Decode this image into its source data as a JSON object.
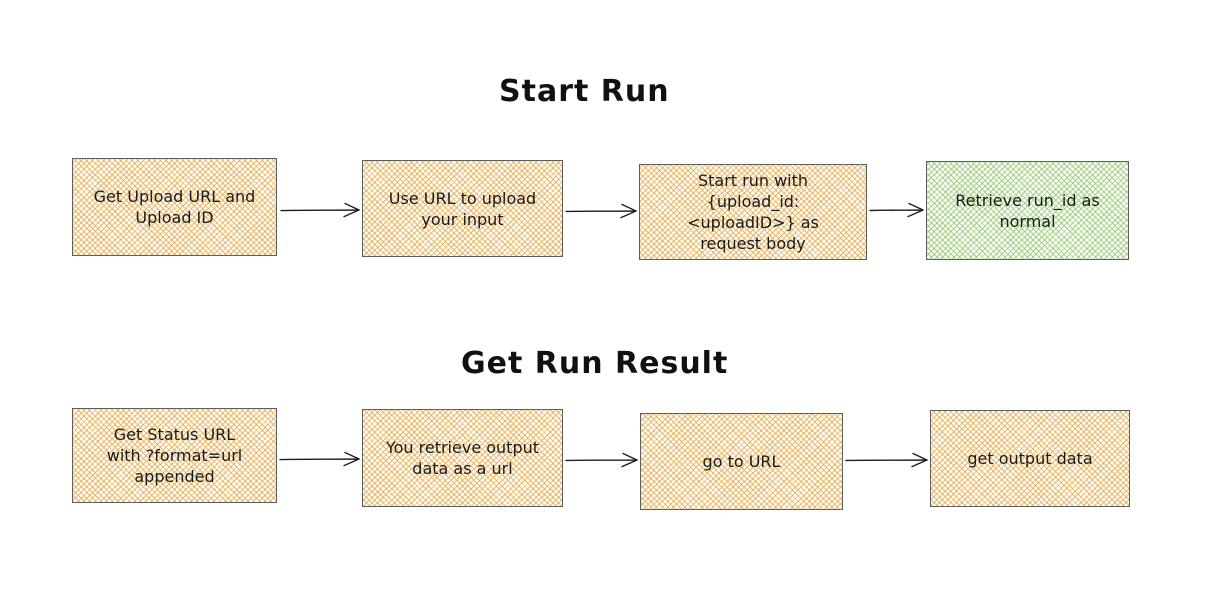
{
  "diagram": {
    "type": "flowchart",
    "sections": [
      {
        "title": "Start Run",
        "nodes": [
          {
            "label": "Get Upload URL and\nUpload ID",
            "fill": "orange"
          },
          {
            "label": "Use URL to upload\nyour input",
            "fill": "orange"
          },
          {
            "label": "Start run with\n{upload_id:\n<uploadID>} as\nrequest body",
            "fill": "orange"
          },
          {
            "label": "Retrieve run_id as\nnormal",
            "fill": "green"
          }
        ],
        "connections": [
          {
            "from": "Get Upload URL and Upload ID",
            "to": "Use URL to upload your input"
          },
          {
            "from": "Use URL to upload your input",
            "to": "Start run with {upload_id: <uploadID>} as request body"
          },
          {
            "from": "Start run with {upload_id: <uploadID>} as request body",
            "to": "Retrieve run_id as normal"
          }
        ]
      },
      {
        "title": "Get Run Result",
        "nodes": [
          {
            "label": "Get Status URL\nwith ?format=url\nappended",
            "fill": "orange"
          },
          {
            "label": "You retrieve output\ndata as a url",
            "fill": "orange"
          },
          {
            "label": "go to URL",
            "fill": "orange"
          },
          {
            "label": "get output data",
            "fill": "orange"
          }
        ],
        "connections": [
          {
            "from": "Get Status URL with ?format=url appended",
            "to": "You retrieve output data as a url"
          },
          {
            "from": "You retrieve output data as a url",
            "to": "go to URL"
          },
          {
            "from": "go to URL",
            "to": "get output data"
          }
        ]
      }
    ],
    "colors": {
      "background": "#ffffff",
      "node_hatch_orange": "#e4a03c",
      "node_hatch_green": "#8bc362",
      "node_border": "#5e5e5e",
      "arrow_stroke": "#1e1e1e",
      "text": "#1b1b1b"
    }
  }
}
